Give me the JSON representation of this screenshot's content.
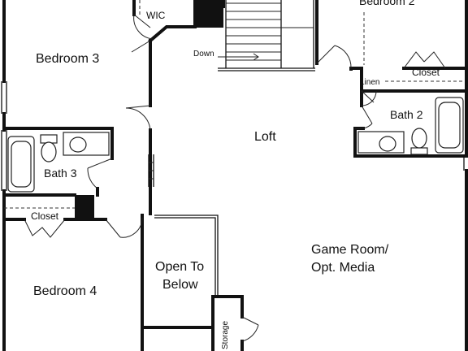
{
  "rooms": {
    "wic": "WIC",
    "bedroom_3": "Bedroom 3",
    "bedroom_2_partial": "Bedroom 2",
    "down": "Down",
    "linen": "Linen",
    "closet_right": "Closet",
    "bath_2": "Bath 2",
    "loft": "Loft",
    "bath_3": "Bath 3",
    "closet_left": "Closet",
    "game_room_line1": "Game Room/",
    "game_room_line2": "Opt. Media",
    "open_to_below_line1": "Open To",
    "open_to_below_line2": "Below",
    "bedroom_4": "Bedroom 4",
    "storage": "Storage"
  }
}
